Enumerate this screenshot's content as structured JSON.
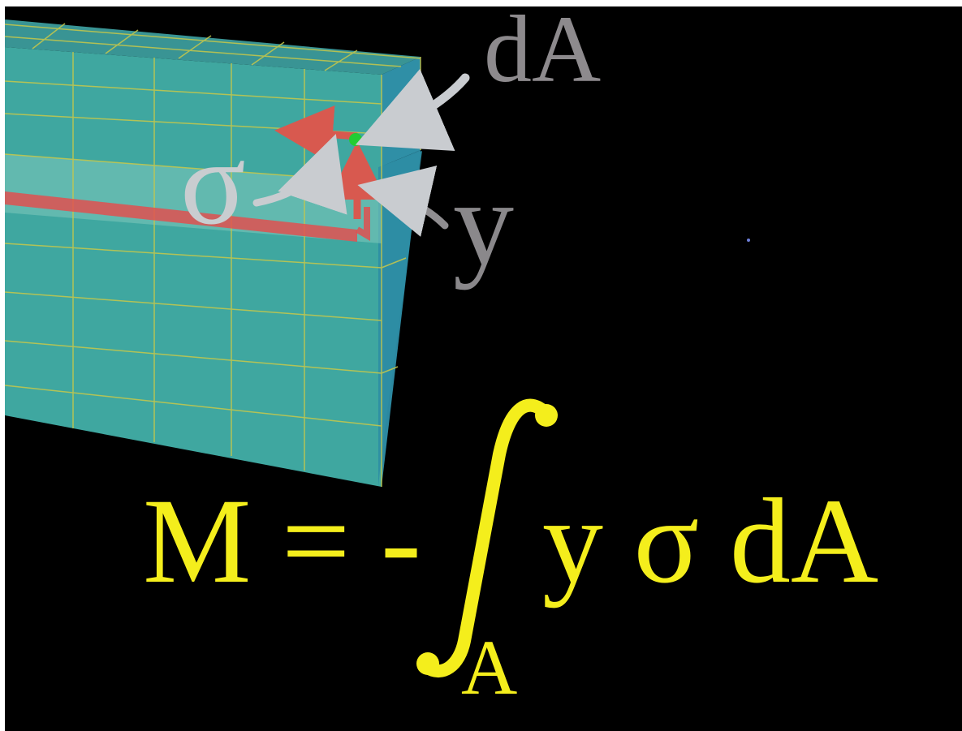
{
  "labels": {
    "dA": "dA",
    "sigma": "σ",
    "y": "y"
  },
  "equation": {
    "lhs": "M = -",
    "integrand": "y σ dA",
    "subscript": "A"
  },
  "colors": {
    "background": "#000000",
    "beam_fill": "#3fa7a0",
    "beam_side": "#2e8da3",
    "grid_lines": "#c8c84a",
    "stress_strip": "#e05050",
    "element_dot": "#22cc33",
    "annotation_gray": "#9a999c",
    "equation_yellow": "#f4ee1c"
  }
}
